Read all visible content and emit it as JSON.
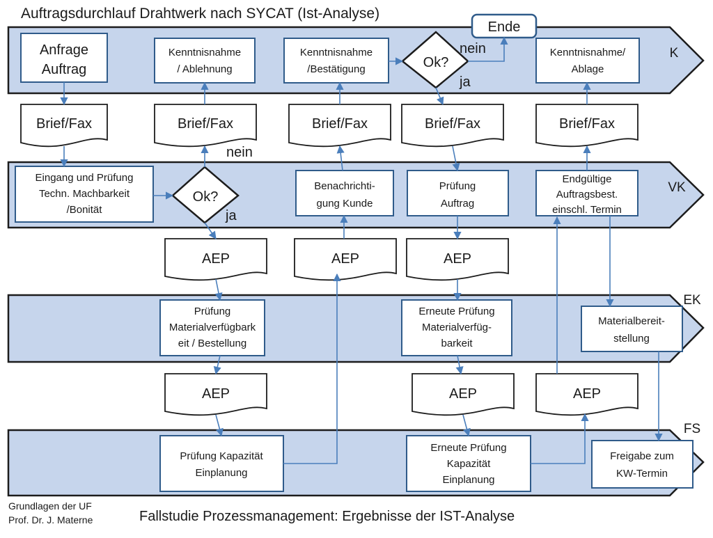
{
  "title": "Auftragsdurchlauf Drahtwerk nach SYCAT (Ist-Analyse)",
  "footer_left_1": "Grundlagen der UF",
  "footer_left_2": "Prof. Dr. J. Materne",
  "footer_title": "Fallstudie Prozessmanagement: Ergebnisse der IST-Analyse",
  "lanes": {
    "k": "K",
    "vk": "VK",
    "ek": "EK",
    "fs": "FS"
  },
  "ende": "Ende",
  "labels": {
    "nein_1": "nein",
    "ja_1": "ja",
    "nein_2": "nein",
    "ja_2": "ja"
  },
  "k": {
    "anfrage": [
      "Anfrage",
      "Auftrag"
    ],
    "kenntnis_ablehnung": [
      "Kenntnisnahme",
      "/ Ablehnung"
    ],
    "kenntnis_bestaetigung": [
      "Kenntnisnahme",
      "/Bestätigung"
    ],
    "ok": "Ok?",
    "kenntnis_ablage": [
      "Kenntnisnahme/",
      "Ablage"
    ]
  },
  "docs_row1": [
    "Brief/Fax",
    "Brief/Fax",
    "Brief/Fax",
    "Brief/Fax",
    "Brief/Fax"
  ],
  "vk": {
    "eingang": [
      "Eingang und Prüfung",
      "Techn. Machbarkeit",
      "/Bonität"
    ],
    "ok": "Ok?",
    "benachrichtigung": [
      "Benachrichti-",
      "gung Kunde"
    ],
    "pruefung_auftrag": [
      "Prüfung",
      "Auftrag"
    ],
    "endgueltige": [
      "Endgültige",
      "Auftragsbest.",
      "einschl. Termin"
    ]
  },
  "docs_row2": [
    "AEP",
    "AEP",
    "AEP"
  ],
  "ek": {
    "pruefung_material": [
      "Prüfung",
      "Materialverfügbark",
      "eit / Bestellung"
    ],
    "erneute_pruefung_material": [
      "Erneute Prüfung",
      "Materialverfüg-",
      "barkeit"
    ],
    "materialbereitstellung": [
      "Materialbereit-",
      "stellung"
    ]
  },
  "docs_row3": [
    "AEP",
    "AEP",
    "AEP"
  ],
  "fs": {
    "pruefung_kapazitaet": [
      "Prüfung Kapazität",
      "Einplanung"
    ],
    "erneute_pruefung_kapazitaet": [
      "Erneute Prüfung",
      "Kapazität",
      "Einplanung"
    ],
    "freigabe": [
      "Freigabe zum",
      "KW-Termin"
    ]
  }
}
